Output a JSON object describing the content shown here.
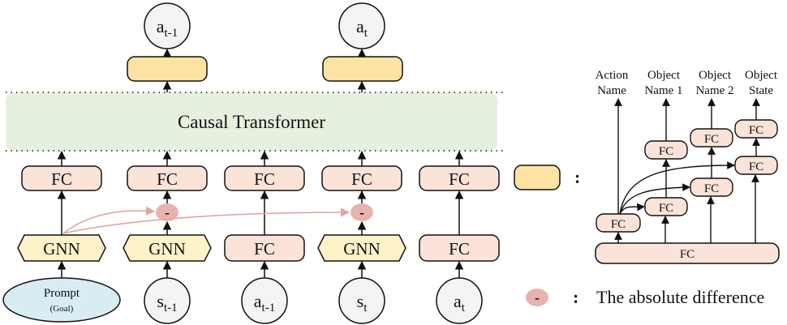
{
  "transformer": {
    "label": "Causal Transformer"
  },
  "outputs": {
    "a_prev": {
      "base": "a",
      "sub": "t-1"
    },
    "a_cur": {
      "base": "a",
      "sub": "t"
    }
  },
  "columns": [
    {
      "fc": "FC",
      "encoder": "GNN"
    },
    {
      "fc": "FC",
      "encoder": "GNN"
    },
    {
      "fc": "FC",
      "encoder": "FC"
    },
    {
      "fc": "FC",
      "encoder": "GNN"
    },
    {
      "fc": "FC",
      "encoder": "FC"
    }
  ],
  "inputs": {
    "prompt": {
      "label": "Prompt",
      "sub": "(Goal)"
    },
    "s_prev": {
      "base": "s",
      "sub": "t-1"
    },
    "a_prev": {
      "base": "a",
      "sub": "t-1"
    },
    "s_cur": {
      "base": "s",
      "sub": "t"
    },
    "a_cur": {
      "base": "a",
      "sub": "t"
    }
  },
  "diff_node": {
    "label": "-"
  },
  "legend": {
    "colon": ":",
    "diff_symbol": "-",
    "diff_text": "The absolute difference"
  },
  "head": {
    "outputs": [
      {
        "line1": "Action",
        "line2": "Name"
      },
      {
        "line1": "Object",
        "line2": "Name 1"
      },
      {
        "line1": "Object",
        "line2": "Name 2"
      },
      {
        "line1": "Object",
        "line2": "State"
      }
    ],
    "fc_label": "FC",
    "base_label": "FC"
  },
  "colors": {
    "peach": "#FBE3D8",
    "yellow": "#FCE3A4",
    "gnn": "#FFF2C8",
    "transformer": "#E6F0DF",
    "prompt": "#D8ECF3",
    "input": "#F4F4F4",
    "diff": "#E8B3AE",
    "pink_arrow": "#E0A7A0"
  }
}
